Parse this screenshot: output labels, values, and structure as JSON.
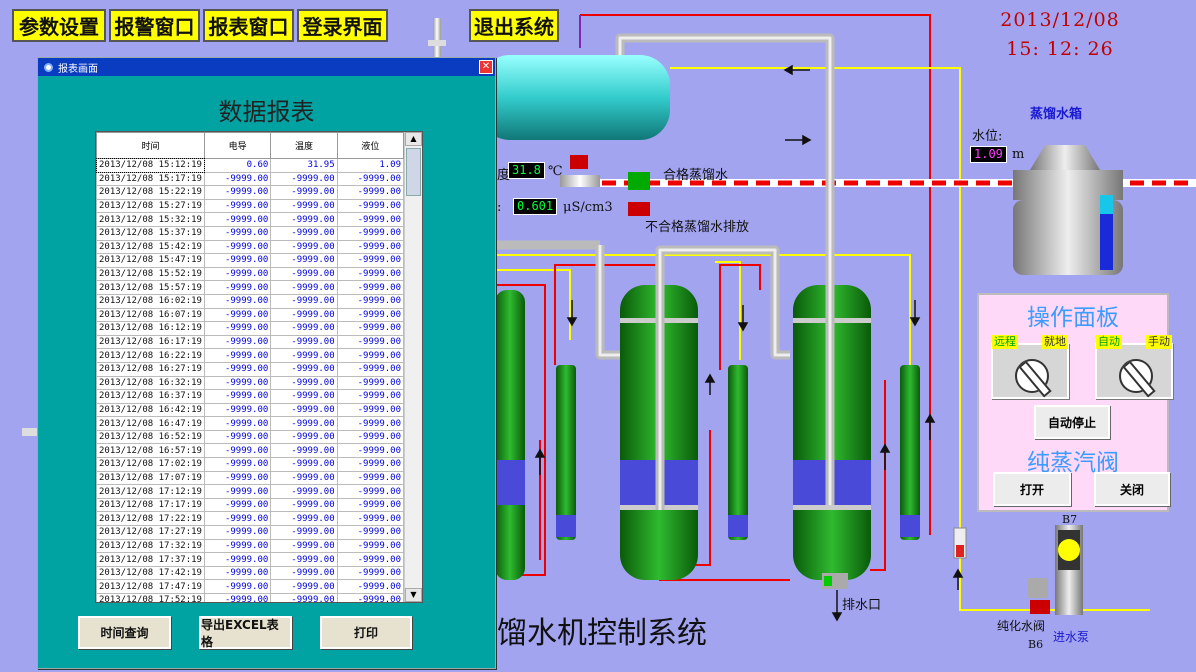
{
  "topbar": {
    "buttons": [
      "参数设置",
      "报警窗口",
      "报表窗口",
      "登录界面"
    ],
    "exit": "退出系统"
  },
  "clock": {
    "date": "2013/12/08",
    "time": "15: 12: 26"
  },
  "process": {
    "tank_title": "蒸馏水箱",
    "water_level_label": "水位:",
    "water_level_value": "1.09",
    "water_level_unit": "m",
    "temp_prefix": "度:",
    "temp_value": "31.8",
    "temp_unit": "℃",
    "cond_prefix": ":",
    "cond_value": "0.601",
    "cond_unit": "μS/cm3",
    "good_water": "合格蒸馏水",
    "bad_water": "不合格蒸馏水排放",
    "drain": "排水口",
    "pure_valve": "纯化水阀",
    "inlet_pump": "进水泵",
    "b6": "B6",
    "b7": "B7",
    "title_partial": "馏水机控制系统"
  },
  "ops_panel": {
    "title": "操作面板",
    "knob1": [
      "远程",
      "就地"
    ],
    "knob2": [
      "自动",
      "手动"
    ],
    "auto_stop": "自动停止",
    "steam_title": "纯蒸汽阀",
    "open": "打开",
    "close": "关闭"
  },
  "report": {
    "window_title": "报表画面",
    "close_glyph": "✕",
    "title": "数据报表",
    "columns": [
      "时间",
      "电导",
      "温度",
      "液位"
    ],
    "rows": [
      [
        "2013/12/08 15:12:19",
        "0.60",
        "31.95",
        "1.09"
      ],
      [
        "2013/12/08 15:17:19",
        "-9999.00",
        "-9999.00",
        "-9999.00"
      ],
      [
        "2013/12/08 15:22:19",
        "-9999.00",
        "-9999.00",
        "-9999.00"
      ],
      [
        "2013/12/08 15:27:19",
        "-9999.00",
        "-9999.00",
        "-9999.00"
      ],
      [
        "2013/12/08 15:32:19",
        "-9999.00",
        "-9999.00",
        "-9999.00"
      ],
      [
        "2013/12/08 15:37:19",
        "-9999.00",
        "-9999.00",
        "-9999.00"
      ],
      [
        "2013/12/08 15:42:19",
        "-9999.00",
        "-9999.00",
        "-9999.00"
      ],
      [
        "2013/12/08 15:47:19",
        "-9999.00",
        "-9999.00",
        "-9999.00"
      ],
      [
        "2013/12/08 15:52:19",
        "-9999.00",
        "-9999.00",
        "-9999.00"
      ],
      [
        "2013/12/08 15:57:19",
        "-9999.00",
        "-9999.00",
        "-9999.00"
      ],
      [
        "2013/12/08 16:02:19",
        "-9999.00",
        "-9999.00",
        "-9999.00"
      ],
      [
        "2013/12/08 16:07:19",
        "-9999.00",
        "-9999.00",
        "-9999.00"
      ],
      [
        "2013/12/08 16:12:19",
        "-9999.00",
        "-9999.00",
        "-9999.00"
      ],
      [
        "2013/12/08 16:17:19",
        "-9999.00",
        "-9999.00",
        "-9999.00"
      ],
      [
        "2013/12/08 16:22:19",
        "-9999.00",
        "-9999.00",
        "-9999.00"
      ],
      [
        "2013/12/08 16:27:19",
        "-9999.00",
        "-9999.00",
        "-9999.00"
      ],
      [
        "2013/12/08 16:32:19",
        "-9999.00",
        "-9999.00",
        "-9999.00"
      ],
      [
        "2013/12/08 16:37:19",
        "-9999.00",
        "-9999.00",
        "-9999.00"
      ],
      [
        "2013/12/08 16:42:19",
        "-9999.00",
        "-9999.00",
        "-9999.00"
      ],
      [
        "2013/12/08 16:47:19",
        "-9999.00",
        "-9999.00",
        "-9999.00"
      ],
      [
        "2013/12/08 16:52:19",
        "-9999.00",
        "-9999.00",
        "-9999.00"
      ],
      [
        "2013/12/08 16:57:19",
        "-9999.00",
        "-9999.00",
        "-9999.00"
      ],
      [
        "2013/12/08 17:02:19",
        "-9999.00",
        "-9999.00",
        "-9999.00"
      ],
      [
        "2013/12/08 17:07:19",
        "-9999.00",
        "-9999.00",
        "-9999.00"
      ],
      [
        "2013/12/08 17:12:19",
        "-9999.00",
        "-9999.00",
        "-9999.00"
      ],
      [
        "2013/12/08 17:17:19",
        "-9999.00",
        "-9999.00",
        "-9999.00"
      ],
      [
        "2013/12/08 17:22:19",
        "-9999.00",
        "-9999.00",
        "-9999.00"
      ],
      [
        "2013/12/08 17:27:19",
        "-9999.00",
        "-9999.00",
        "-9999.00"
      ],
      [
        "2013/12/08 17:32:19",
        "-9999.00",
        "-9999.00",
        "-9999.00"
      ],
      [
        "2013/12/08 17:37:19",
        "-9999.00",
        "-9999.00",
        "-9999.00"
      ],
      [
        "2013/12/08 17:42:19",
        "-9999.00",
        "-9999.00",
        "-9999.00"
      ],
      [
        "2013/12/08 17:47:19",
        "-9999.00",
        "-9999.00",
        "-9999.00"
      ],
      [
        "2013/12/08 17:52:19",
        "-9999.00",
        "-9999.00",
        "-9999.00"
      ]
    ],
    "buttons": [
      "时间查询",
      "导出EXCEL表格",
      "打印"
    ]
  },
  "colors": {
    "background": "#a3a4f0",
    "accent": "#ffff00",
    "window": "#00a2a2",
    "caption": "#0a3cc2"
  }
}
